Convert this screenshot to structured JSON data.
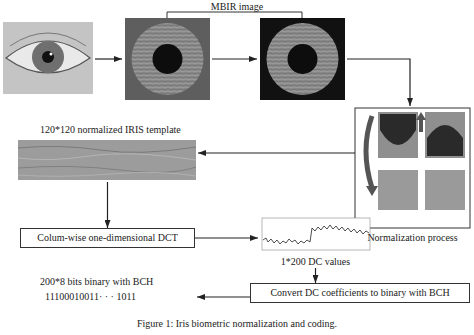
{
  "diagram": {
    "caption": "Figure 1: Iris biometric normalization and coding.",
    "nodes": [
      {
        "text": [
          "120*120 normalized IRIS template"
        ]
      },
      {
        "text": [
          "Normalization process"
        ]
      },
      {
        "text": [
          "Colum-wise one-dimensional DCT"
        ]
      },
      {
        "text": [
          "1*200 DC values"
        ]
      },
      {
        "text": [
          "Convert DC coefficients to binary with BCH"
        ]
      }
    ],
    "edges": [
      {
        "from": 1,
        "to": 0,
        "arrow": "to"
      },
      {
        "from": 0,
        "to": 2,
        "arrow": "to"
      },
      {
        "from": 2,
        "to": 3,
        "arrow": "to"
      },
      {
        "from": 3,
        "to": 4,
        "arrow": "to"
      }
    ],
    "labels": [
      "MBIR image",
      "200*8 bits binary with BCH",
      "11100010011· · · 1011"
    ]
  }
}
